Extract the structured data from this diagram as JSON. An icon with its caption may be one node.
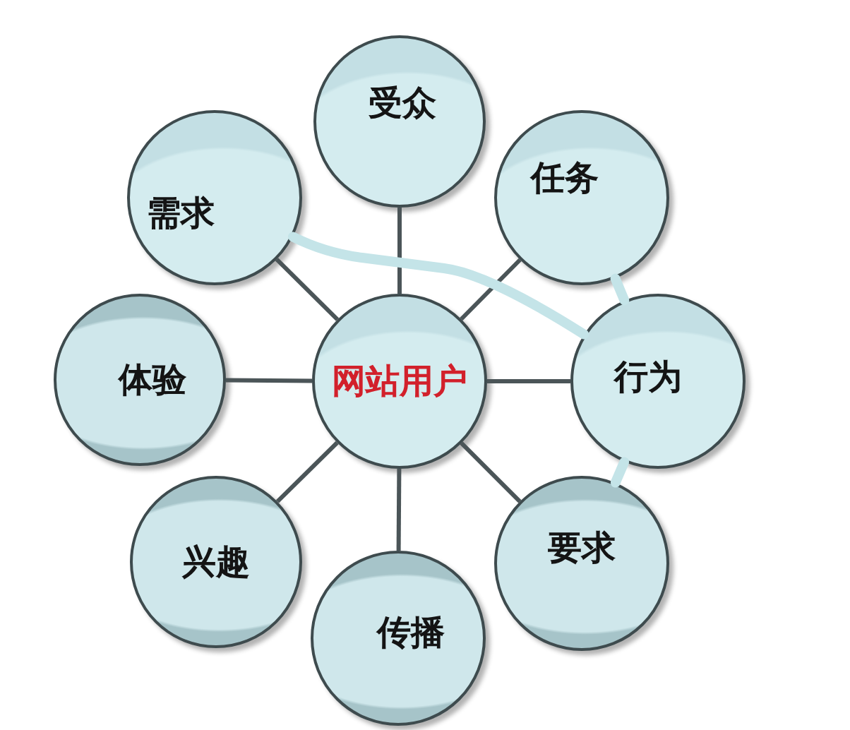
{
  "diagram": {
    "nodes": [
      {
        "text": [
          "受众"
        ]
      },
      {
        "text": [
          "需求"
        ]
      },
      {
        "text": [
          "任务"
        ]
      },
      {
        "text": [
          "体验"
        ]
      },
      {
        "text": [
          "网站用户"
        ]
      },
      {
        "text": [
          "行为"
        ]
      },
      {
        "text": [
          "兴趣"
        ]
      },
      {
        "text": [
          "要求"
        ]
      },
      {
        "text": [
          "传播"
        ]
      }
    ],
    "edges": [
      {
        "from": 4,
        "to": 0,
        "arrow": "none"
      },
      {
        "from": 4,
        "to": 2,
        "arrow": "none"
      },
      {
        "from": 4,
        "to": 5,
        "arrow": "none"
      },
      {
        "from": 4,
        "to": 7,
        "arrow": "none"
      },
      {
        "from": 4,
        "to": 8,
        "arrow": "none"
      },
      {
        "from": 4,
        "to": 6,
        "arrow": "none"
      },
      {
        "from": 4,
        "to": 3,
        "arrow": "none"
      },
      {
        "from": 4,
        "to": 1,
        "arrow": "none"
      },
      {
        "from": 1,
        "to": 5,
        "arrow": "none",
        "style": "thick",
        "color": "#c4e4e8"
      },
      {
        "from": 2,
        "to": 5,
        "arrow": "none",
        "style": "thick",
        "color": "#c4e4e8"
      },
      {
        "from": 5,
        "to": 7,
        "arrow": "none",
        "style": "thick",
        "color": "#c4e4e8"
      }
    ]
  }
}
